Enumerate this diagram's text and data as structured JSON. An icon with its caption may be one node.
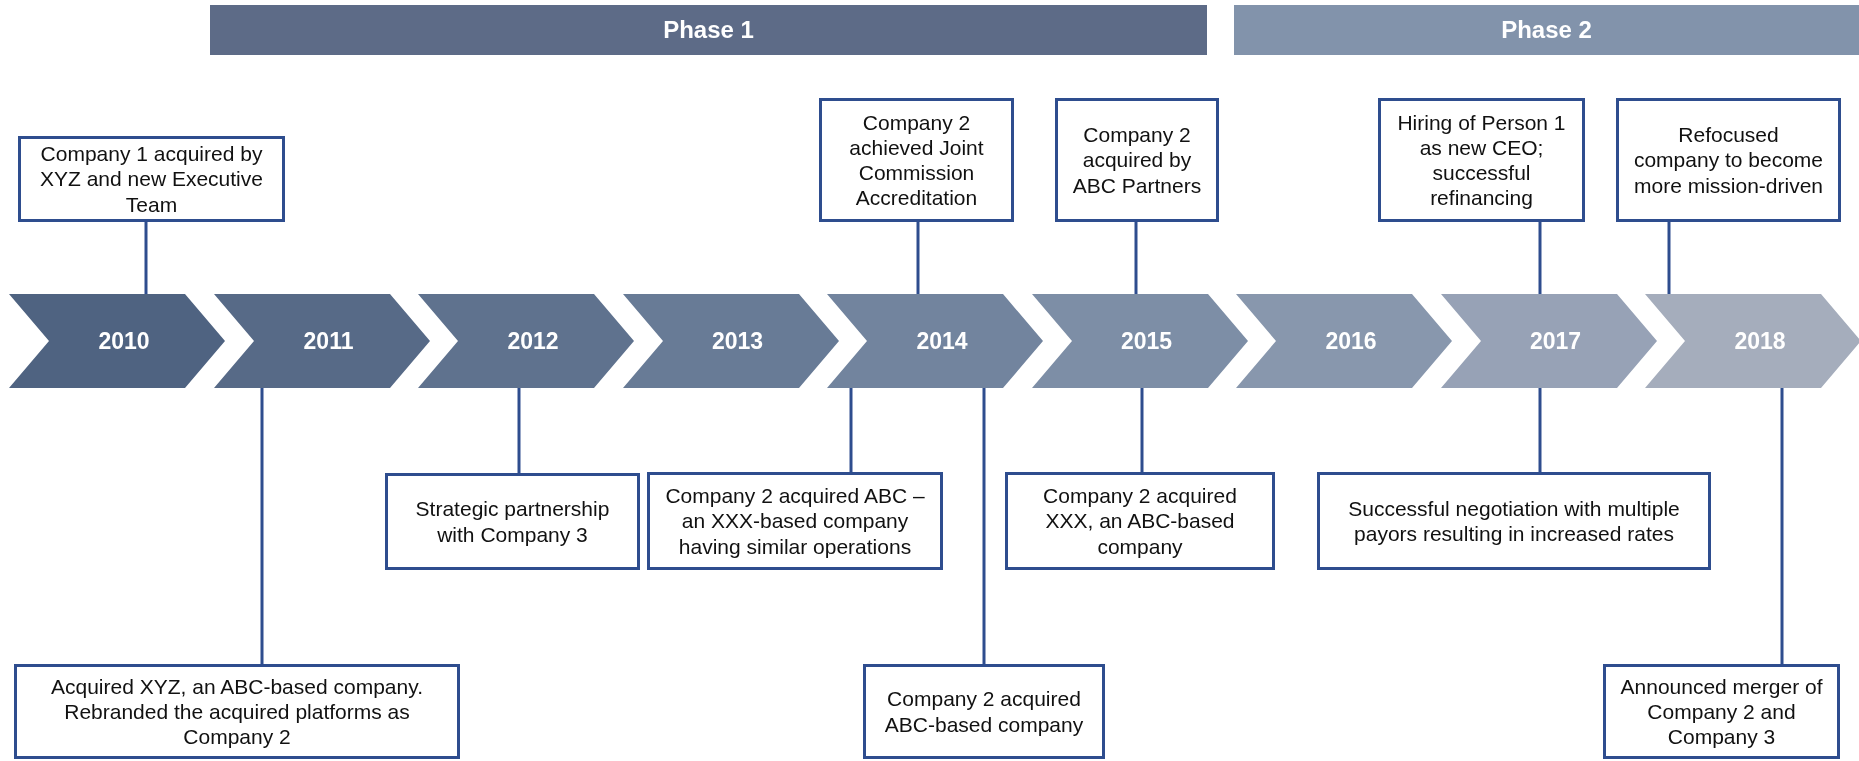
{
  "diagram": {
    "nodes": [
      {
        "text": [
          "Phase 1"
        ]
      },
      {
        "text": [
          "Phase 2"
        ]
      },
      {
        "text": [
          "2010"
        ]
      },
      {
        "text": [
          "2011"
        ]
      },
      {
        "text": [
          "2012"
        ]
      },
      {
        "text": [
          "2013"
        ]
      },
      {
        "text": [
          "2014"
        ]
      },
      {
        "text": [
          "2015"
        ]
      },
      {
        "text": [
          "2016"
        ]
      },
      {
        "text": [
          "2017"
        ]
      },
      {
        "text": [
          "2018"
        ]
      },
      {
        "text": [
          "Company 1 acquired by XYZ and new Executive Team"
        ]
      },
      {
        "text": [
          "Acquired XYZ, an ABC-based company. Rebranded the acquired platforms as Company 2"
        ]
      },
      {
        "text": [
          "Strategic partnership with Company 3"
        ]
      },
      {
        "text": [
          "Company 2 acquired ABC – an XXX-based company having similar operations"
        ]
      },
      {
        "text": [
          "Company 2 achieved Joint Commission Accreditation"
        ]
      },
      {
        "text": [
          "Company 2 acquired ABC-based company"
        ]
      },
      {
        "text": [
          "Company 2 acquired by ABC Partners"
        ]
      },
      {
        "text": [
          "Company 2 acquired XXX, an ABC-based company"
        ]
      },
      {
        "text": [
          "Hiring of Person 1 as new CEO; successful refinancing"
        ]
      },
      {
        "text": [
          "Successful negotiation with multiple payors resulting in increased rates"
        ]
      },
      {
        "text": [
          "Refocused company to become more mission-driven"
        ]
      },
      {
        "text": [
          "Announced merger of Company 2 and Company 3"
        ]
      }
    ],
    "edges": [
      {
        "from": 2,
        "to": 11,
        "arrow": "none"
      },
      {
        "from": 3,
        "to": 12,
        "arrow": "none"
      },
      {
        "from": 4,
        "to": 13,
        "arrow": "none"
      },
      {
        "from": 6,
        "to": 14,
        "arrow": "none"
      },
      {
        "from": 6,
        "to": 15,
        "arrow": "none"
      },
      {
        "from": 6,
        "to": 16,
        "arrow": "none"
      },
      {
        "from": 7,
        "to": 17,
        "arrow": "none"
      },
      {
        "from": 7,
        "to": 18,
        "arrow": "none"
      },
      {
        "from": 9,
        "to": 19,
        "arrow": "none"
      },
      {
        "from": 9,
        "to": 20,
        "arrow": "none"
      },
      {
        "from": 10,
        "to": 21,
        "arrow": "none"
      },
      {
        "from": 10,
        "to": 22,
        "arrow": "none"
      }
    ]
  }
}
